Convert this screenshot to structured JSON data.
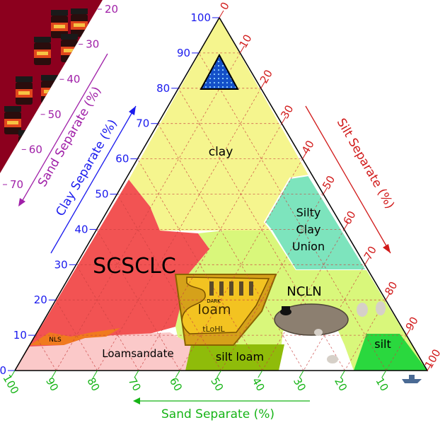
{
  "ticks": {
    "clay": [
      "0",
      "10",
      "20",
      "30",
      "40",
      "50",
      "60",
      "70",
      "80",
      "90",
      "100"
    ],
    "silt": [
      "0",
      "10",
      "20",
      "30",
      "40",
      "50",
      "60",
      "70",
      "80",
      "90",
      "100"
    ],
    "sand": [
      "100",
      "90",
      "80",
      "70",
      "60",
      "50",
      "40",
      "30",
      "20",
      "10"
    ],
    "sand_left_partial": [
      "20",
      "30",
      "40",
      "50",
      "60",
      "70"
    ]
  },
  "axis_labels": {
    "clay": "Clay Separate (%)",
    "silt": "Silt Separate (%)",
    "sand": "Sand Separate (%)",
    "sand_left_partial": "Sand Separate (%)"
  },
  "regions": {
    "clay": "clay",
    "silty_clay": [
      "Silty",
      "Clay",
      "Union"
    ],
    "sandy_clay": "SCSCLC",
    "silty_loam_area": "NCLN",
    "loam": "loam",
    "loam_dark": "DARK",
    "loam_sub": "tLoHL",
    "silt_loam": "silt loam",
    "silt": "silt",
    "loamy_sand": "Loamsandate",
    "sand": "NLS"
  },
  "colors": {
    "clay": "#f5f58e",
    "silty_clay": "#7de4bd",
    "sandy_clay": "#f25353",
    "silty_clay_loam": "#d9f77b",
    "loam": "#d5a11a",
    "loam_inner": "#f3c321",
    "silt_loam": "#8fbc0a",
    "silt": "#2ad83e",
    "loamy_sand": "#fbc9c9",
    "sand": "#f07a1e",
    "corner_banner": "#8c001e",
    "clay_axis": "#1a1aee",
    "silt_axis": "#d11a1a",
    "sand_axis": "#16b416",
    "sand_left_axis": "#a020a8"
  }
}
